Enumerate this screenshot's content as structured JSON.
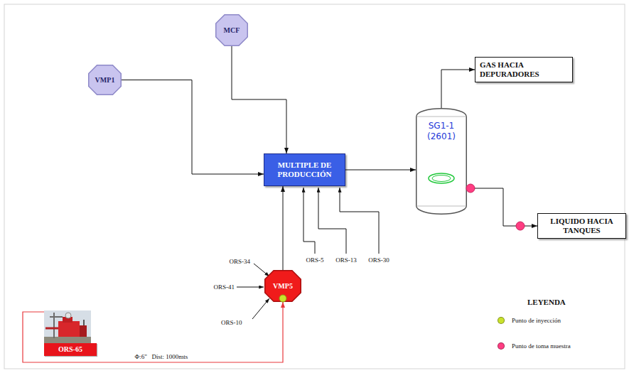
{
  "diagram": {
    "nodes": [
      {
        "text": [
          "MCF"
        ]
      },
      {
        "text": [
          "VMP1"
        ]
      },
      {
        "text": [
          "GAS HACIA DEPURADORES"
        ]
      },
      {
        "text": [
          "MULTIPLE DE PRODUCCIÓN"
        ]
      },
      {
        "text": [
          "SG1-1 (2601)"
        ]
      },
      {
        "text": [
          "LIQUIDO HACIA TANQUES"
        ]
      },
      {
        "text": [
          "VMP5"
        ]
      },
      {
        "text": [
          "ORS-65"
        ]
      }
    ],
    "edges": [
      {
        "from": 1,
        "to": 3,
        "arrow": "to"
      },
      {
        "from": 0,
        "to": 3,
        "arrow": "to"
      },
      {
        "from": 6,
        "to": 3,
        "arrow": "to"
      },
      {
        "from": 3,
        "to": 4,
        "arrow": "to"
      },
      {
        "from": 4,
        "to": 2,
        "arrow": "to"
      },
      {
        "from": 4,
        "to": 5,
        "arrow": "to"
      },
      {
        "from": 7,
        "to": 6,
        "arrow": "to",
        "label": "Φ:6\"   Dist: 1000mts"
      }
    ],
    "labels": [
      "ORS-34",
      "ORS-41",
      "ORS-10",
      "ORS-5",
      "ORS-13",
      "ORS-30",
      "LEYENDA"
    ],
    "legend": [
      {
        "text": "Punto de inyección",
        "color": "#c9e22c"
      },
      {
        "text": "Punto de toma muestra",
        "color": "#ff3d82"
      }
    ]
  }
}
